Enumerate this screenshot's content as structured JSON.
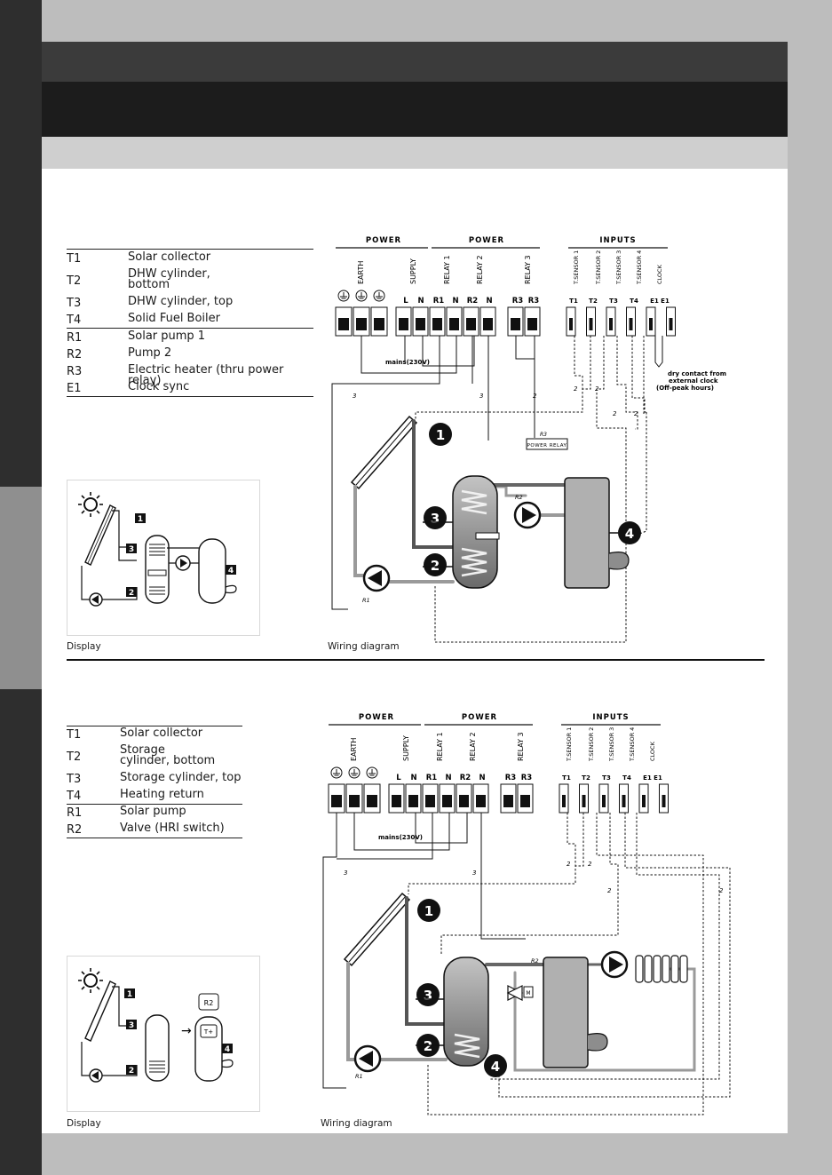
{
  "section1": {
    "legend": [
      {
        "code": "T1",
        "desc": "Solar collector"
      },
      {
        "code": "T2",
        "desc": "DHW cylinder, bottom"
      },
      {
        "code": "T3",
        "desc": "DHW cylinder, top"
      },
      {
        "code": "T4",
        "desc": "Solid Fuel Boiler"
      },
      {
        "code": "R1",
        "desc": "Solar pump 1"
      },
      {
        "code": "R2",
        "desc": "Pump 2"
      },
      {
        "code": "R3",
        "desc": "Electric heater (thru power relay)"
      },
      {
        "code": "E1",
        "desc": "Clock sync"
      }
    ],
    "display_caption": "Display",
    "wiring_caption": "Wiring diagram",
    "power_label_1": "POWER",
    "power_label_2": "POWER",
    "inputs_label": "INPUTS",
    "earth": "EARTH",
    "supply": "SUPPLY",
    "relay1": "RELAY 1",
    "relay2": "RELAY 2",
    "relay3": "RELAY 3",
    "tsensor1": "T.SENSOR 1",
    "tsensor2": "T.SENSOR 2",
    "tsensor3": "T.SENSOR 3",
    "tsensor4": "T.SENSOR 4",
    "clock": "CLOCK",
    "mains": "mains(230V)",
    "power_relay": "POWER RELAY",
    "dry_contact": "dry contact from",
    "external_clock": "external clock",
    "off_peak": "(Off-peak hours)",
    "r1": "R1",
    "r2": "R2",
    "r3": "R3"
  },
  "section2": {
    "legend": [
      {
        "code": "T1",
        "desc": "Solar collector"
      },
      {
        "code": "T2",
        "desc": "Storage cylinder, bottom"
      },
      {
        "code": "T3",
        "desc": "Storage cylinder, top"
      },
      {
        "code": "T4",
        "desc": "Heating return"
      },
      {
        "code": "R1",
        "desc": "Solar pump"
      },
      {
        "code": "R2",
        "desc": "Valve (HRI switch)"
      }
    ],
    "display_caption": "Display",
    "wiring_caption": "Wiring diagram",
    "power_label_1": "POWER",
    "power_label_2": "POWER",
    "inputs_label": "INPUTS",
    "mains": "mains(230V)",
    "r1": "R1",
    "r2": "R2",
    "tplus": "T+"
  },
  "terminals": [
    "L",
    "N",
    "R1",
    "N",
    "R2",
    "N",
    "R3",
    "R3"
  ],
  "inputs_terms": [
    "T1",
    "T2",
    "T3",
    "T4",
    "E1",
    "E1"
  ],
  "numbers": [
    "1",
    "2",
    "3",
    "4"
  ]
}
